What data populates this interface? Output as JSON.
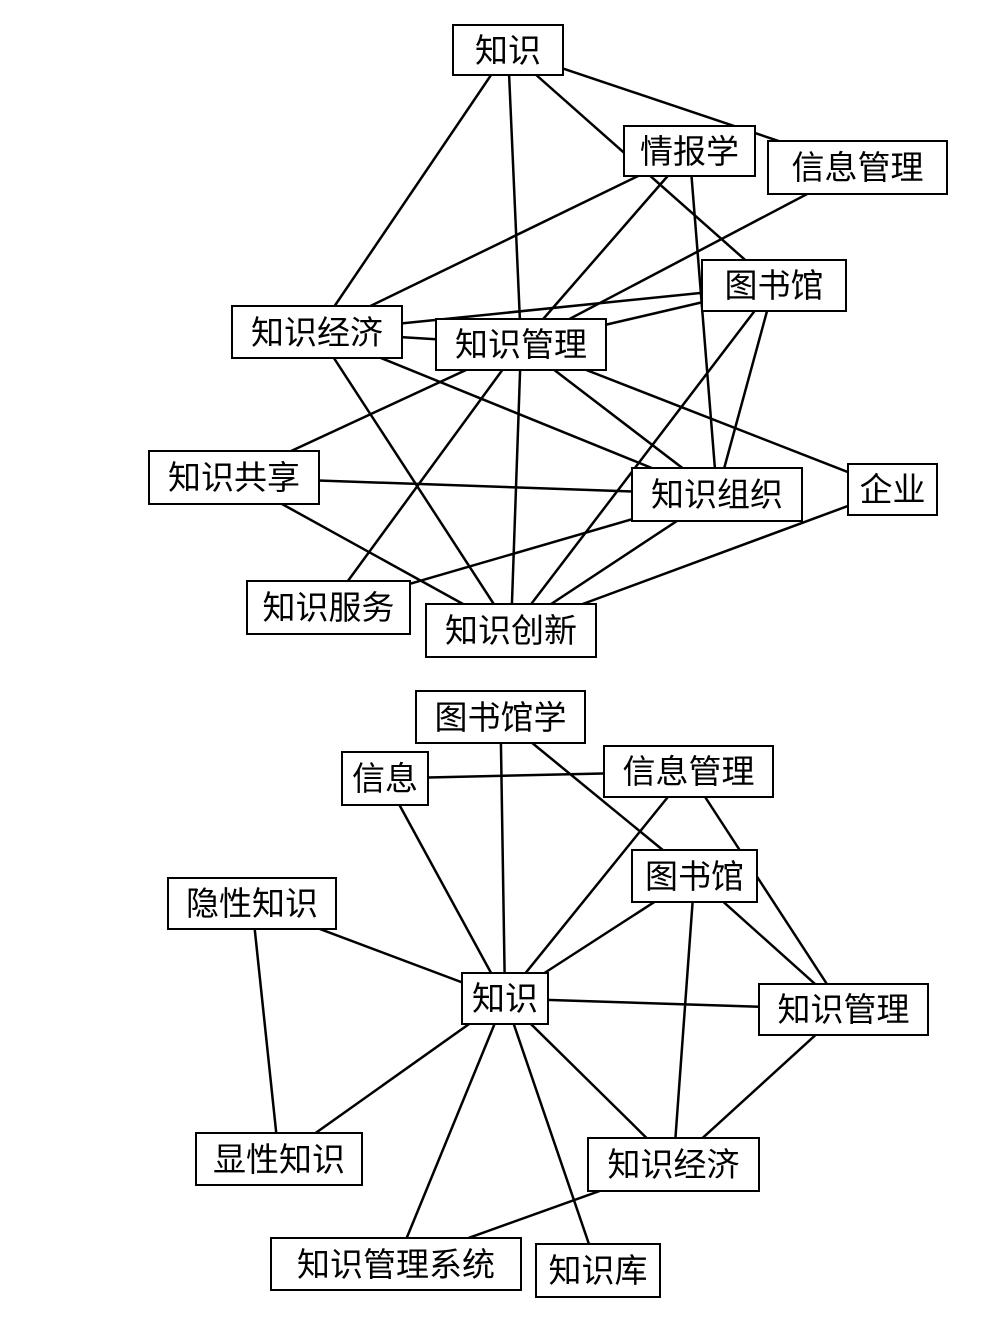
{
  "networks": [
    {
      "id": "network-top",
      "nodes": [
        {
          "id": "t1",
          "label": "知识"
        },
        {
          "id": "t2",
          "label": "情报学"
        },
        {
          "id": "t3",
          "label": "信息管理"
        },
        {
          "id": "t4",
          "label": "图书馆"
        },
        {
          "id": "t5",
          "label": "知识经济"
        },
        {
          "id": "t6",
          "label": "知识管理"
        },
        {
          "id": "t7",
          "label": "知识共享"
        },
        {
          "id": "t8",
          "label": "知识组织"
        },
        {
          "id": "t9",
          "label": "企业"
        },
        {
          "id": "t10",
          "label": "知识服务"
        },
        {
          "id": "t11",
          "label": "知识创新"
        }
      ],
      "edges": [
        [
          "t1",
          "t3"
        ],
        [
          "t1",
          "t5"
        ],
        [
          "t1",
          "t6"
        ],
        [
          "t1",
          "t4"
        ],
        [
          "t2",
          "t5"
        ],
        [
          "t2",
          "t6"
        ],
        [
          "t2",
          "t8"
        ],
        [
          "t3",
          "t6"
        ],
        [
          "t4",
          "t5"
        ],
        [
          "t4",
          "t6"
        ],
        [
          "t4",
          "t8"
        ],
        [
          "t4",
          "t11"
        ],
        [
          "t5",
          "t8"
        ],
        [
          "t5",
          "t11"
        ],
        [
          "t5",
          "t6"
        ],
        [
          "t6",
          "t7"
        ],
        [
          "t6",
          "t9"
        ],
        [
          "t6",
          "t8"
        ],
        [
          "t6",
          "t10"
        ],
        [
          "t6",
          "t11"
        ],
        [
          "t7",
          "t8"
        ],
        [
          "t7",
          "t11"
        ],
        [
          "t8",
          "t10"
        ],
        [
          "t8",
          "t11"
        ],
        [
          "t9",
          "t11"
        ]
      ]
    },
    {
      "id": "network-bottom",
      "nodes": [
        {
          "id": "b1",
          "label": "图书馆学"
        },
        {
          "id": "b2",
          "label": "信息"
        },
        {
          "id": "b3",
          "label": "信息管理"
        },
        {
          "id": "b4",
          "label": "图书馆"
        },
        {
          "id": "b5",
          "label": "隐性知识"
        },
        {
          "id": "b6",
          "label": "知识"
        },
        {
          "id": "b7",
          "label": "知识管理"
        },
        {
          "id": "b8",
          "label": "显性知识"
        },
        {
          "id": "b9",
          "label": "知识经济"
        },
        {
          "id": "b10",
          "label": "知识管理系统"
        },
        {
          "id": "b11",
          "label": "知识库"
        }
      ],
      "edges": [
        [
          "b1",
          "b6"
        ],
        [
          "b1",
          "b4"
        ],
        [
          "b2",
          "b3"
        ],
        [
          "b2",
          "b6"
        ],
        [
          "b3",
          "b6"
        ],
        [
          "b3",
          "b7"
        ],
        [
          "b4",
          "b6"
        ],
        [
          "b4",
          "b7"
        ],
        [
          "b4",
          "b9"
        ],
        [
          "b5",
          "b6"
        ],
        [
          "b5",
          "b8"
        ],
        [
          "b6",
          "b7"
        ],
        [
          "b6",
          "b8"
        ],
        [
          "b6",
          "b9"
        ],
        [
          "b6",
          "b10"
        ],
        [
          "b6",
          "b11"
        ],
        [
          "b7",
          "b9"
        ],
        [
          "b9",
          "b10"
        ]
      ]
    }
  ]
}
